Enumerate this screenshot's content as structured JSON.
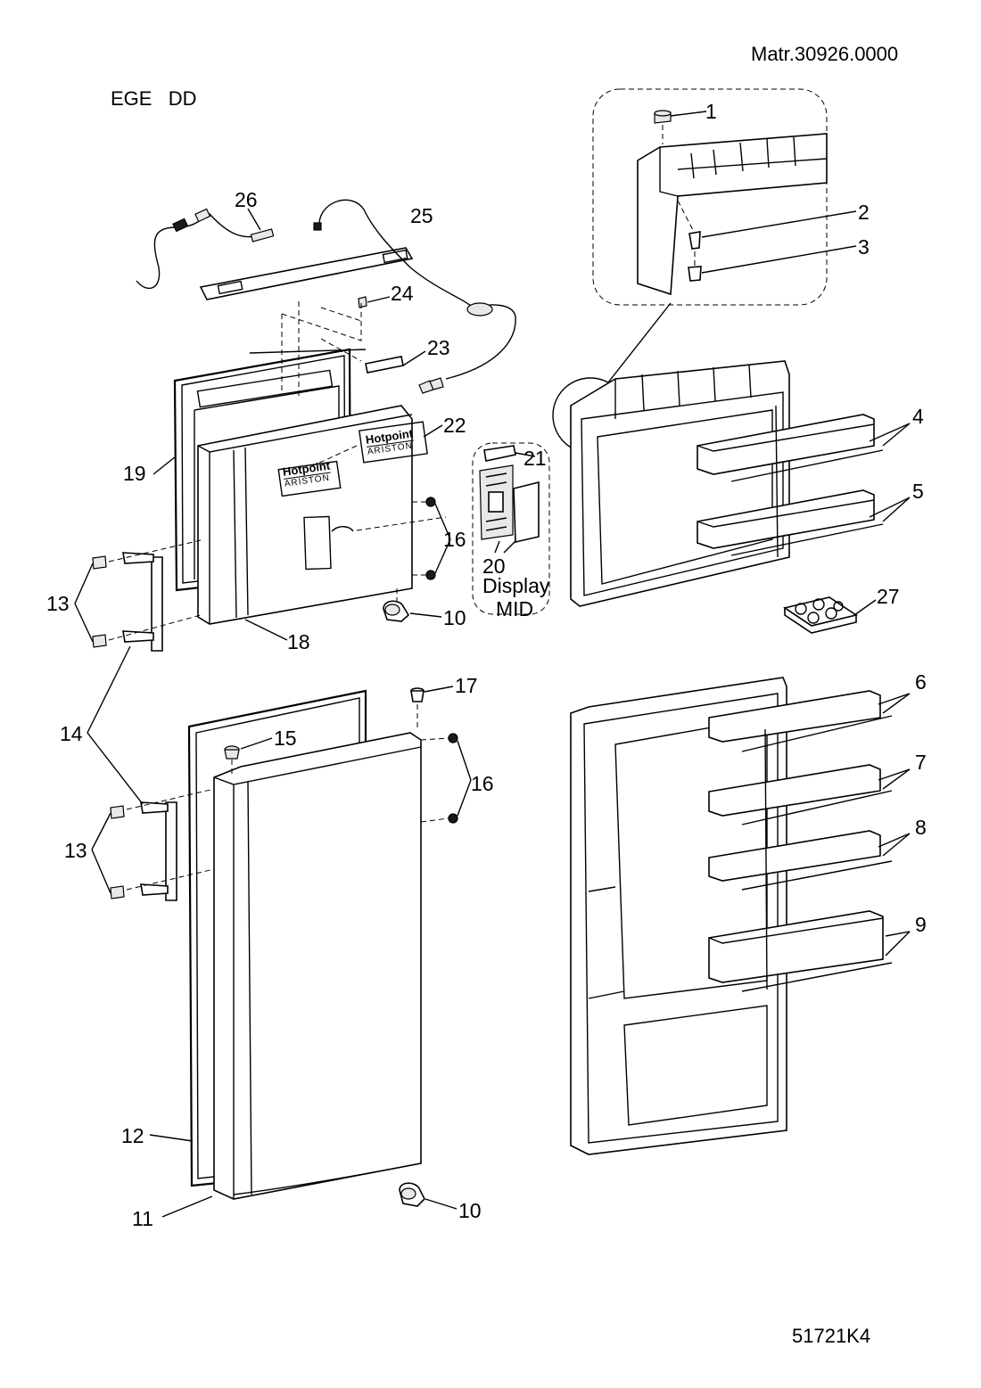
{
  "header": {
    "material_code": "Matr.30926.0000",
    "model": "EGE   DD"
  },
  "footer": {
    "drawing_code": "51721K4"
  },
  "logos": {
    "brand_top": "Hotpoint",
    "brand_bottom": "ARISTON"
  },
  "display_box": {
    "line1": "Display",
    "line2": "MID"
  },
  "callouts": [
    {
      "id": "c1",
      "text": "1"
    },
    {
      "id": "c2",
      "text": "2"
    },
    {
      "id": "c3",
      "text": "3"
    },
    {
      "id": "c4",
      "text": "4"
    },
    {
      "id": "c5",
      "text": "5"
    },
    {
      "id": "c6",
      "text": "6"
    },
    {
      "id": "c7",
      "text": "7"
    },
    {
      "id": "c8",
      "text": "8"
    },
    {
      "id": "c9",
      "text": "9"
    },
    {
      "id": "c10a",
      "text": "10"
    },
    {
      "id": "c10b",
      "text": "10"
    },
    {
      "id": "c11",
      "text": "11"
    },
    {
      "id": "c12",
      "text": "12"
    },
    {
      "id": "c13a",
      "text": "13"
    },
    {
      "id": "c13b",
      "text": "13"
    },
    {
      "id": "c14",
      "text": "14"
    },
    {
      "id": "c15",
      "text": "15"
    },
    {
      "id": "c16a",
      "text": "16"
    },
    {
      "id": "c16b",
      "text": "16"
    },
    {
      "id": "c17",
      "text": "17"
    },
    {
      "id": "c18",
      "text": "18"
    },
    {
      "id": "c19",
      "text": "19"
    },
    {
      "id": "c20",
      "text": "20"
    },
    {
      "id": "c21",
      "text": "21"
    },
    {
      "id": "c22",
      "text": "22"
    },
    {
      "id": "c23",
      "text": "23"
    },
    {
      "id": "c24",
      "text": "24"
    },
    {
      "id": "c25",
      "text": "25"
    },
    {
      "id": "c26",
      "text": "26"
    },
    {
      "id": "c27",
      "text": "27"
    }
  ]
}
